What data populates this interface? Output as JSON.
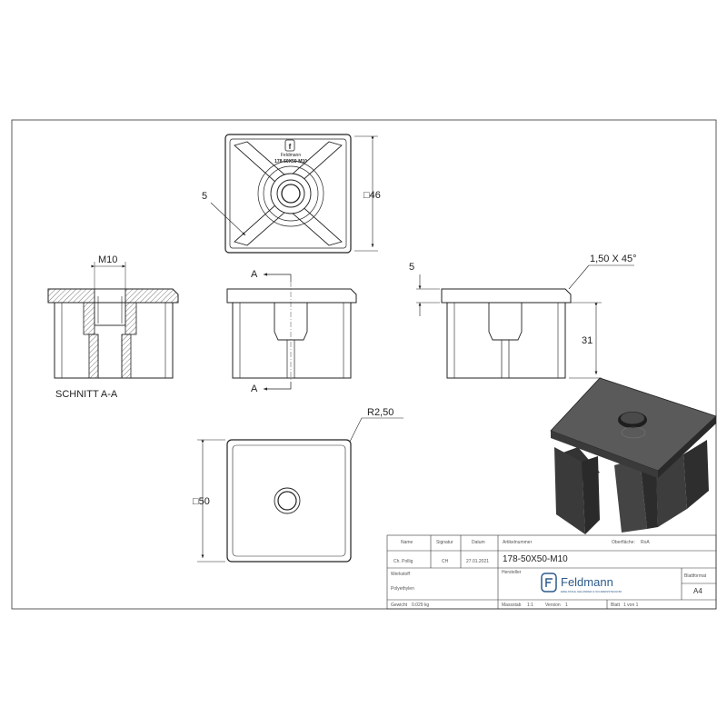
{
  "drawing": {
    "top_view": {
      "brand": "Feldmann",
      "part_code": "178-50X50-M10",
      "dim_width": "5",
      "dim_square": "□46"
    },
    "section": {
      "thread_label": "M10",
      "caption": "SCHNITT A-A"
    },
    "front_view": {
      "section_marker_top": "A",
      "section_marker_bottom": "A"
    },
    "side_view": {
      "dim_lip": "5",
      "dim_chamfer": "1,50 X 45°",
      "dim_height": "31"
    },
    "bottom_view": {
      "dim_radius": "R2,50",
      "dim_square": "□50"
    }
  },
  "title_block": {
    "headers": {
      "name": "Name",
      "signature": "Signatur",
      "date": "Datum",
      "article_no": "Artikelnummer",
      "surface": "Oberfläche:",
      "sheet_format": "Blattformat",
      "manufacturer": "Hersteller",
      "material": "Werkstoff",
      "weight": "Gewicht",
      "scale": "Massstab",
      "version": "Version",
      "sheet": "Blatt"
    },
    "values": {
      "name": "Ch. Pollig",
      "signature": "CH",
      "date": "27.01.2021",
      "article_no": "178-50X50-M10",
      "surface": "RoA",
      "sheet_format": "A4",
      "material": "Polyethylen",
      "weight": "0.029 kg",
      "scale": "1:1",
      "version": "1",
      "sheet": "1 von 1"
    },
    "logo": {
      "name": "Feldmann",
      "tagline": "EDELSTAHL GELÄNDER & SCHWEISSTECHNIK"
    }
  },
  "colors": {
    "line": "#222222",
    "hatch": "#555555",
    "solid_body": "#3a3a3a",
    "solid_top": "#5a5a5a"
  }
}
